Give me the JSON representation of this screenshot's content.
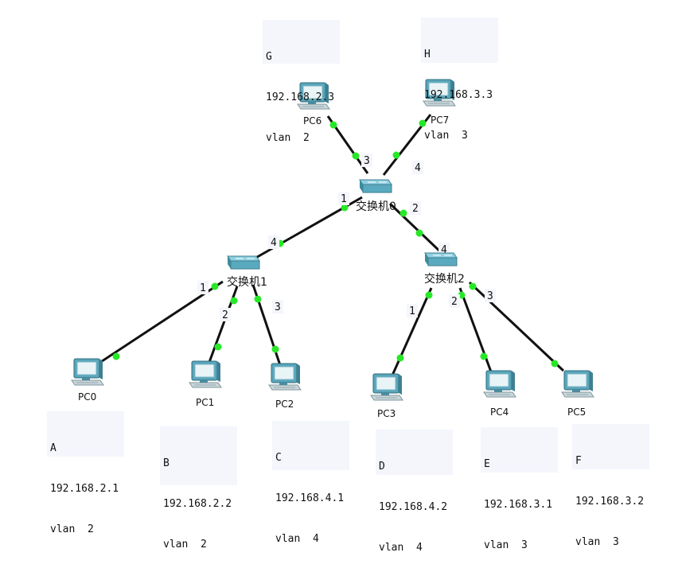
{
  "switches": {
    "sw0": {
      "name": "交换机0"
    },
    "sw1": {
      "name": "交换机1"
    },
    "sw2": {
      "name": "交换机2"
    }
  },
  "pcs": {
    "pc0": {
      "name": "PC0"
    },
    "pc1": {
      "name": "PC1"
    },
    "pc2": {
      "name": "PC2"
    },
    "pc3": {
      "name": "PC3"
    },
    "pc4": {
      "name": "PC4"
    },
    "pc5": {
      "name": "PC5"
    },
    "pc6": {
      "name": "PC6"
    },
    "pc7": {
      "name": "PC7"
    }
  },
  "notes": {
    "g": {
      "id": "G",
      "ip": "192.168.2.3",
      "vlan": "vlan  2"
    },
    "h": {
      "id": "H",
      "ip": "192.168.3.3",
      "vlan": "vlan  3"
    },
    "a": {
      "id": "A",
      "ip": "192.168.2.1",
      "vlan": "vlan  2"
    },
    "b": {
      "id": "B",
      "ip": "192.168.2.2",
      "vlan": "vlan  2"
    },
    "c": {
      "id": "C",
      "ip": "192.168.4.1",
      "vlan": "vlan  4"
    },
    "d": {
      "id": "D",
      "ip": "192.168.4.2",
      "vlan": "vlan  4"
    },
    "e": {
      "id": "E",
      "ip": "192.168.3.1",
      "vlan": "vlan  3"
    },
    "f": {
      "id": "F",
      "ip": "192.168.3.2",
      "vlan": "vlan  3"
    }
  },
  "ports": {
    "sw0_pc6": "3",
    "sw0_pc7": "4",
    "sw0_sw1": "1",
    "sw0_sw2": "2",
    "sw1_up": "4",
    "sw1_pc0": "1",
    "sw1_pc1": "2",
    "sw1_pc2": "3",
    "sw2_up": "4",
    "sw2_pc3": "1",
    "sw2_pc4": "2",
    "sw2_pc5": "3"
  },
  "colors": {
    "link": "#111111",
    "link_light": "#27e827",
    "device_teal": "#4a9bb0"
  }
}
